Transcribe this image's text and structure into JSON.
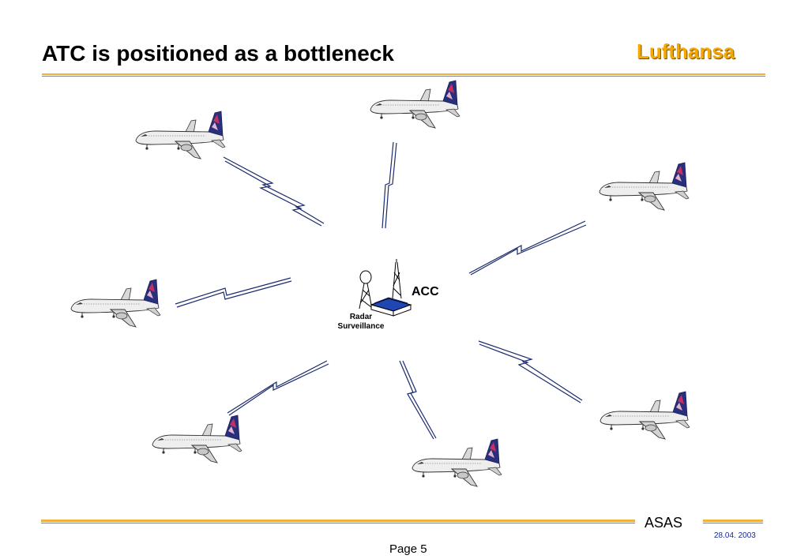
{
  "header": {
    "title": "ATC is positioned as a bottleneck",
    "brand": "Lufthansa"
  },
  "diagram": {
    "center": {
      "acc_label": "ACC",
      "radar_line1": "Radar",
      "radar_line2": "Surveillance"
    },
    "aircraft_count": 7
  },
  "footer": {
    "label": "ASAS",
    "date": "28.04. 2003",
    "page": "Page 5"
  },
  "colors": {
    "accent_gold": "#f5a800",
    "link_blue": "#1a2a6c",
    "date_blue": "#1a2a8c"
  }
}
